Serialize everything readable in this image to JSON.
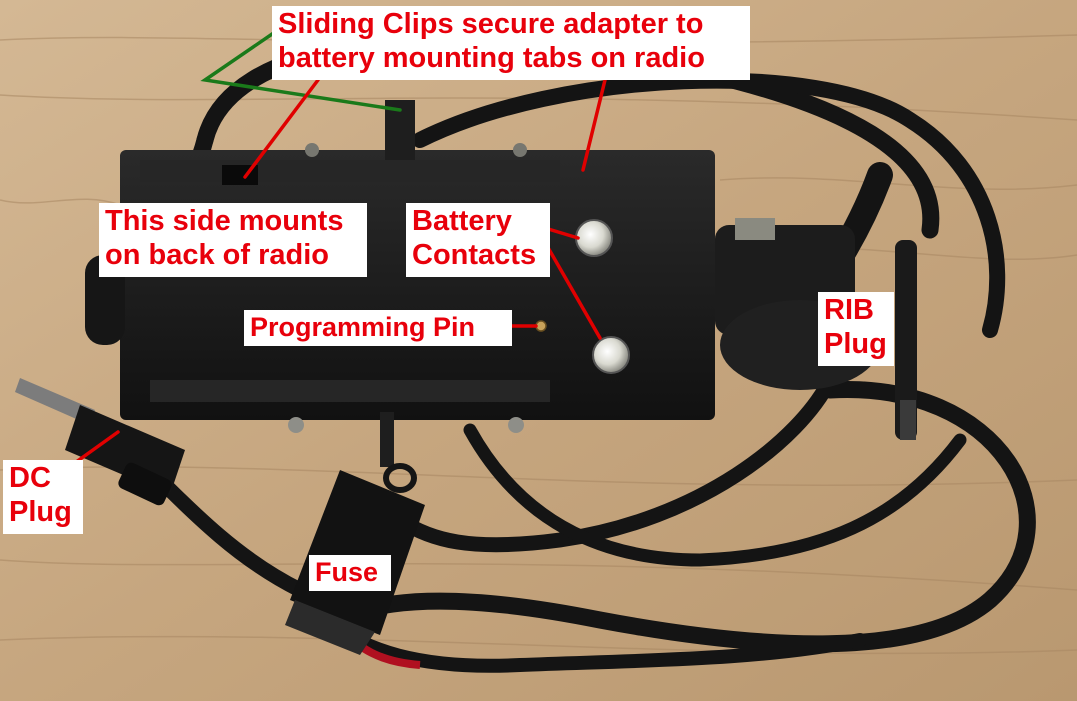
{
  "colors": {
    "label_text": "#e8000b",
    "label_bg": "#ffffff",
    "pointer_red": "#e00000",
    "pointer_green": "#1a7a1a",
    "wood": "#c9ab86",
    "adapter_body": "#1b1b1b",
    "cable": "#141414"
  },
  "labels": {
    "sliding_clips": {
      "line1": "Sliding Clips secure adapter to",
      "line2": "battery mounting tabs on radio"
    },
    "side_mounts": {
      "line1": "This side mounts",
      "line2": "on back of radio"
    },
    "battery_contacts": {
      "line1": "Battery",
      "line2": "Contacts"
    },
    "programming_pin": {
      "text": "Programming Pin"
    },
    "rib_plug": {
      "line1": "RIB",
      "line2": "Plug"
    },
    "dc_plug": {
      "line1": "DC",
      "line2": "Plug"
    },
    "fuse": {
      "text": "Fuse"
    }
  }
}
